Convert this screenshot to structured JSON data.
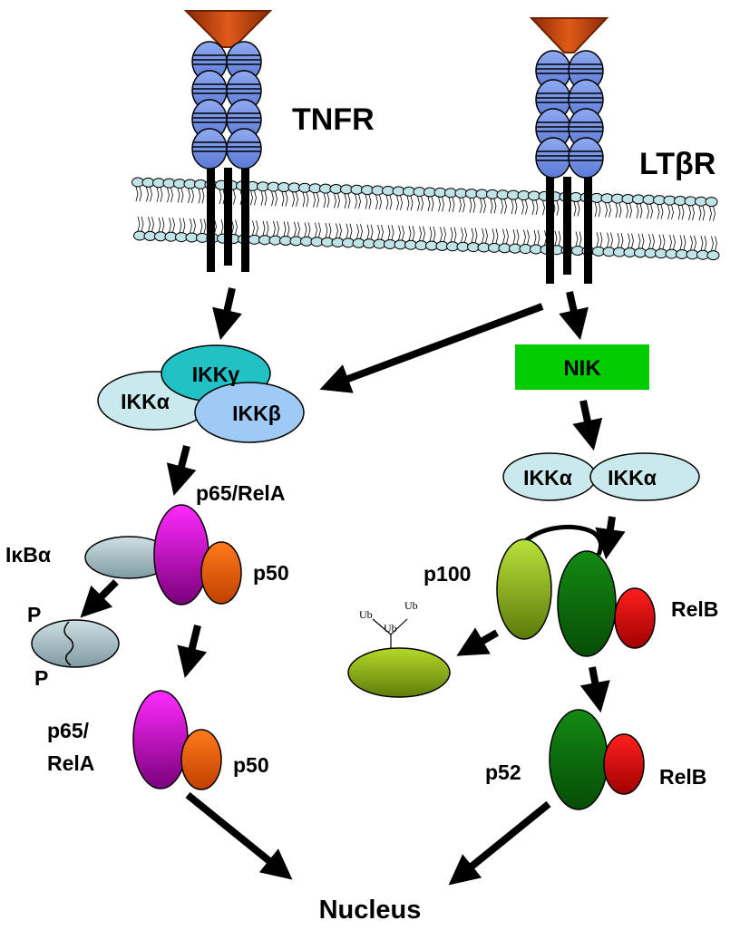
{
  "receptors": {
    "left": "TNFR",
    "right": "LTβR"
  },
  "canonical": {
    "ikk_gamma": "IKKγ",
    "ikk_alpha": "IKKα",
    "ikk_beta": "IKKβ",
    "p65_top": "p65/RelA",
    "ikba": "IκBα",
    "p50_top": "p50",
    "phospho_1": "P",
    "phospho_2": "P",
    "p65_bottom_line1": "p65/",
    "p65_bottom_line2": "RelA",
    "p50_bottom": "p50"
  },
  "noncanonical": {
    "nik": "NIK",
    "ikka_1": "IKKα",
    "ikka_2": "IKKα",
    "p100": "p100",
    "relb_top": "RelB",
    "ub_1": "Ub",
    "ub_2": "Ub",
    "ub_3": "Ub",
    "p52": "p52",
    "relb_bottom": "RelB"
  },
  "nucleus": "Nucleus",
  "colors": {
    "receptor": "#6f8de8",
    "ligand": "#c2410c",
    "membrane": "#bfe3e6",
    "ikk_gamma": "#22c1c3",
    "ikk_alpha": "#c9e9ec",
    "ikk_beta": "#9fcaf5",
    "p65": "#e600e6",
    "p50": "#ff6a00",
    "ikba": "#a9c1c8",
    "nik": "#00cc00",
    "p100": "#9ccc1c",
    "p52": "#0a7a0a",
    "relb": "#e00000"
  }
}
